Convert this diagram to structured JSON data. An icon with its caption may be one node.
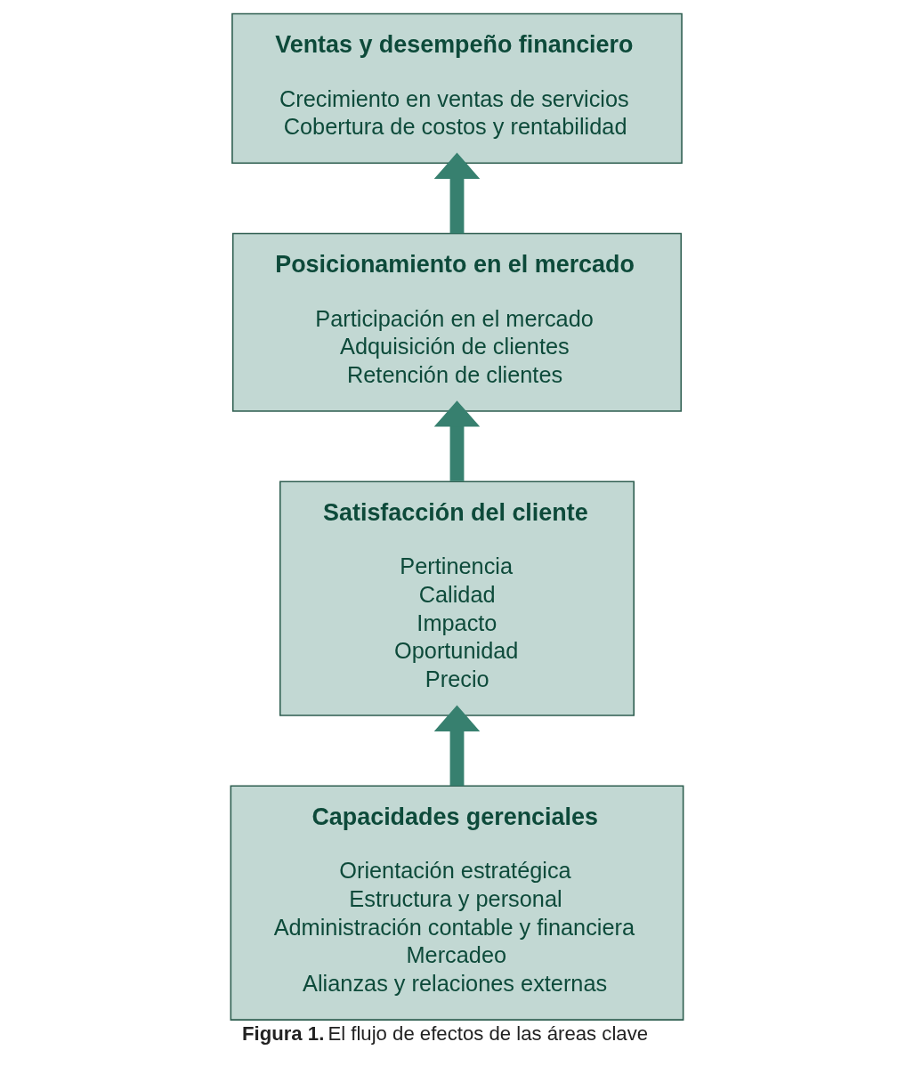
{
  "diagram": {
    "caption": "**Figura 1.** El flujo de efectos de las áreas clave",
    "nodes": [
      {
        "text": [
          "Ventas y desempeño financiero",
          "Crecimiento en ventas de servicios",
          "Cobertura de costos y rentabilidad"
        ]
      },
      {
        "text": [
          "Posicionamiento en el mercado",
          "Participación en el mercado",
          "Adquisición de clientes",
          "Retención de clientes"
        ]
      },
      {
        "text": [
          "Satisfacción del cliente",
          "Pertinencia",
          "Calidad",
          "Impacto",
          "Oportunidad",
          "Precio"
        ]
      },
      {
        "text": [
          "Capacidades gerenciales",
          "Orientación estratégica",
          "Estructura y personal",
          "Administración contable y financiera",
          "Mercadeo",
          "Alianzas y relaciones externas"
        ]
      }
    ],
    "edges": [
      {
        "from": 3,
        "to": 2,
        "arrow": "to"
      },
      {
        "from": 2,
        "to": 1,
        "arrow": "to"
      },
      {
        "from": 1,
        "to": 0,
        "arrow": "to"
      }
    ]
  }
}
